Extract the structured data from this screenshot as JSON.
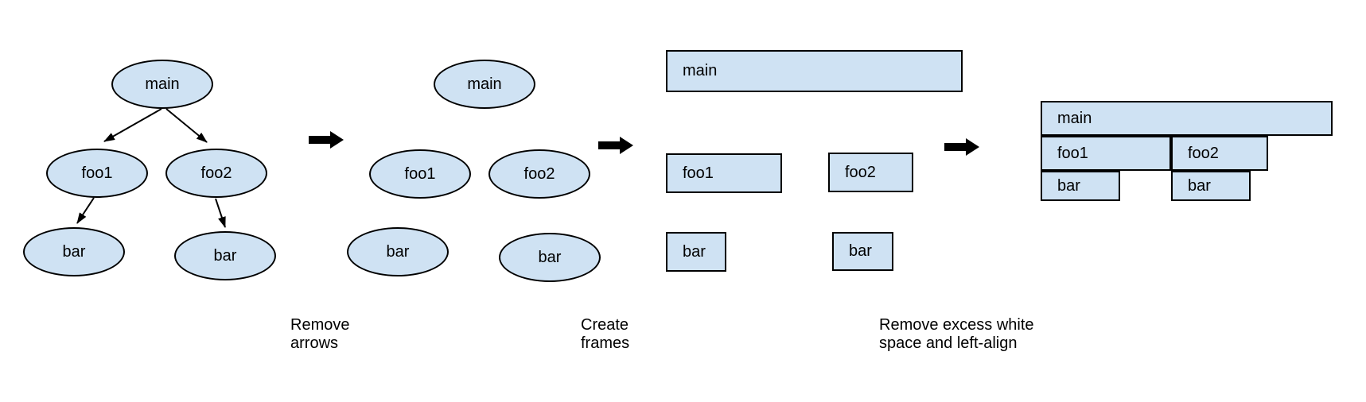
{
  "colors": {
    "background": "#ffffff",
    "node_fill": "#cfe2f3",
    "node_stroke": "#000000",
    "arrow": "#000000",
    "text": "#000000"
  },
  "stages": [
    {
      "name": "call-tree-with-arrows",
      "nodes": [
        {
          "label": "main"
        },
        {
          "label": "foo1"
        },
        {
          "label": "foo2"
        },
        {
          "label": "bar"
        },
        {
          "label": "bar"
        }
      ]
    },
    {
      "name": "call-tree-no-arrows",
      "nodes": [
        {
          "label": "main"
        },
        {
          "label": "foo1"
        },
        {
          "label": "foo2"
        },
        {
          "label": "bar"
        },
        {
          "label": "bar"
        }
      ]
    },
    {
      "name": "frames",
      "nodes": [
        {
          "label": "main"
        },
        {
          "label": "foo1"
        },
        {
          "label": "foo2"
        },
        {
          "label": "bar"
        },
        {
          "label": "bar"
        }
      ]
    },
    {
      "name": "flame-graph",
      "nodes": [
        {
          "label": "main"
        },
        {
          "label": "foo1"
        },
        {
          "label": "foo2"
        },
        {
          "label": "bar"
        },
        {
          "label": "bar"
        }
      ]
    }
  ],
  "steps": [
    {
      "icon": "arrow-right-icon",
      "label_line1": "Remove",
      "label_line2": "arrows"
    },
    {
      "icon": "arrow-right-icon",
      "label_line1": "Create",
      "label_line2": "frames"
    },
    {
      "icon": "arrow-right-icon",
      "label_line1": "Remove excess white",
      "label_line2": "space and left-align"
    }
  ]
}
